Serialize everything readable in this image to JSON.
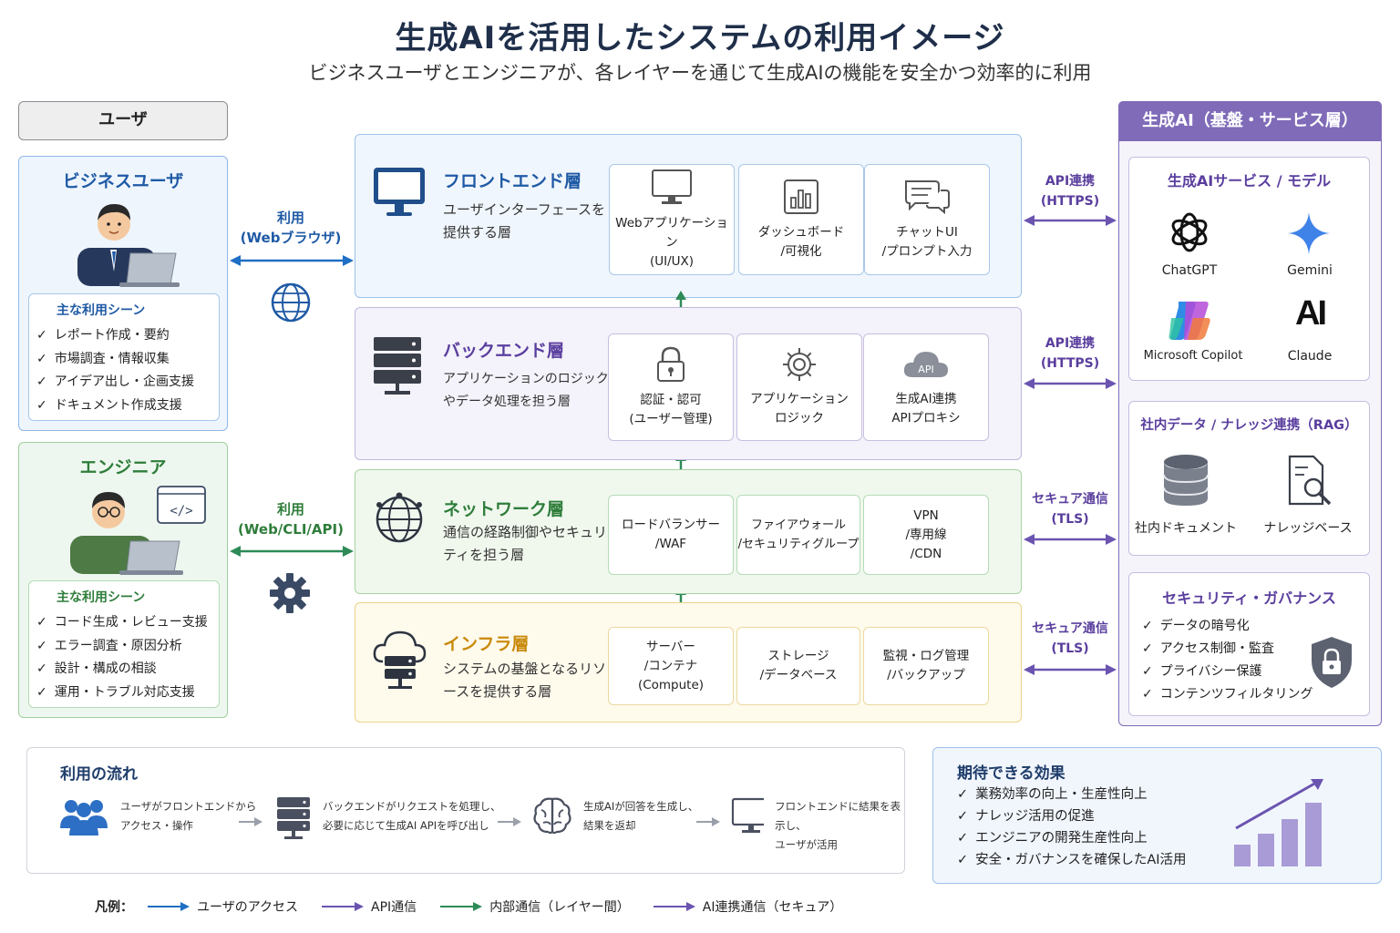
{
  "title": "生成AIを活用したシステムの利用イメージ",
  "subtitle": "ビジネスユーザとエンジニアが、各レイヤーを通じて生成AIの機能を安全かつ効率的に利用",
  "users": {
    "header": "ユーザ",
    "business": {
      "title": "ビジネスユーザ",
      "scenes_title": "主な利用シーン",
      "scenes": [
        "レポート作成・要約",
        "市場調査・情報収集",
        "アイデア出し・企画支援",
        "ドキュメント作成支援"
      ]
    },
    "engineer": {
      "title": "エンジニア",
      "scenes_title": "主な利用シーン",
      "scenes": [
        "コード生成・レビュー支援",
        "エラー調査・原因分析",
        "設計・構成の相談",
        "運用・トラブル対応支援"
      ]
    }
  },
  "access": {
    "business_label": "利用\n(Webブラウザ)",
    "engineer_label": "利用\n(Web/CLI/API)"
  },
  "layers": {
    "frontend": {
      "title": "フロントエンド層",
      "desc": "ユーザインターフェースを提供する層",
      "components": [
        "Webアプリケーション\n(UI/UX)",
        "ダッシュボード\n/可視化",
        "チャットUI\n/プロンプト入力"
      ]
    },
    "backend": {
      "title": "バックエンド層",
      "desc": "アプリケーションのロジックやデータ処理を担う層",
      "components": [
        "認証・認可\n(ユーザー管理)",
        "アプリケーション\nロジック",
        "生成AI連携\nAPIプロキシ"
      ],
      "api_icon_text": "API"
    },
    "network": {
      "title": "ネットワーク層",
      "desc": "通信の経路制御やセキュリティを担う層",
      "components": [
        "ロードバランサー\n/WAF",
        "ファイアウォール\n/セキュリティグループ",
        "VPN\n/専用線\n/CDN"
      ]
    },
    "infra": {
      "title": "インフラ層",
      "desc": "システムの基盤となるリソースを提供する層",
      "components": [
        "サーバー\n/コンテナ\n(Compute)",
        "ストレージ\n/データベース",
        "監視・ログ管理\n/バックアップ"
      ]
    }
  },
  "connections": {
    "frontend_ai": "API連携\n(HTTPS)",
    "backend_ai": "API連携\n(HTTPS)",
    "network_ai": "セキュア通信\n(TLS)",
    "infra_ai": "セキュア通信\n(TLS)"
  },
  "ai": {
    "header": "生成AI（基盤・サービス層）",
    "models_title": "生成AIサービス / モデル",
    "models": [
      "ChatGPT",
      "Gemini",
      "Microsoft Copilot",
      "Claude"
    ],
    "claude_logo_text": "AI",
    "rag_title": "社内データ / ナレッジ連携（RAG）",
    "rag_items": [
      "社内ドキュメント",
      "ナレッジベース"
    ],
    "gov_title": "セキュリティ・ガバナンス",
    "gov_items": [
      "データの暗号化",
      "アクセス制御・監査",
      "プライバシー保護",
      "コンテンツフィルタリング"
    ]
  },
  "flow": {
    "title": "利用の流れ",
    "steps": [
      "ユーザがフロントエンドから\nアクセス・操作",
      "バックエンドがリクエストを処理し、\n必要に応じて生成AI APIを呼び出し",
      "生成AIが回答を生成し、\n結果を返却",
      "フロントエンドに結果を表示し、\nユーザが活用"
    ]
  },
  "effects": {
    "title": "期待できる効果",
    "items": [
      "業務効率の向上・生産性向上",
      "ナレッジ活用の促進",
      "エンジニアの開発生産性向上",
      "安全・ガバナンスを確保したAI活用"
    ]
  },
  "legend": {
    "label": "凡例：",
    "items": [
      "ユーザのアクセス",
      "API通信",
      "内部通信（レイヤー間）",
      "AI連携通信（セキュア）"
    ]
  },
  "colors": {
    "blue": "#1f6fc4",
    "purple": "#6b54b0",
    "green": "#2e8b57",
    "orange": "#c98a0b"
  }
}
